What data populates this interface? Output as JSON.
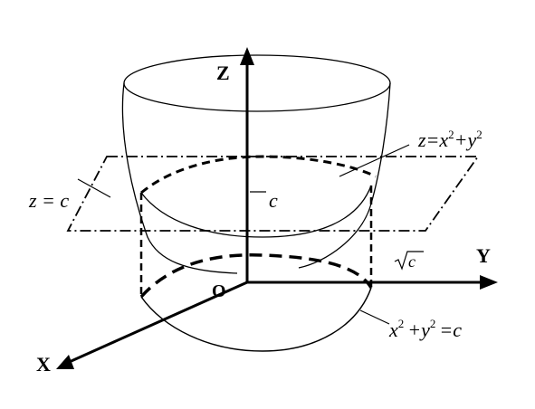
{
  "axes": {
    "z": "Z",
    "y": "Y",
    "x": "X",
    "origin": "O"
  },
  "labels": {
    "plane": "z = c",
    "height": "c",
    "sqrt_c": "c",
    "surface": {
      "lhs": "z=x",
      "exp1": "2",
      "mid": "+y",
      "exp2": "2"
    },
    "circle": {
      "x": "x",
      "exp1": "2",
      "mid": "+y",
      "exp2": "2",
      "rhs": "=c"
    }
  },
  "colors": {
    "ink": "#000000",
    "background": "#ffffff"
  }
}
